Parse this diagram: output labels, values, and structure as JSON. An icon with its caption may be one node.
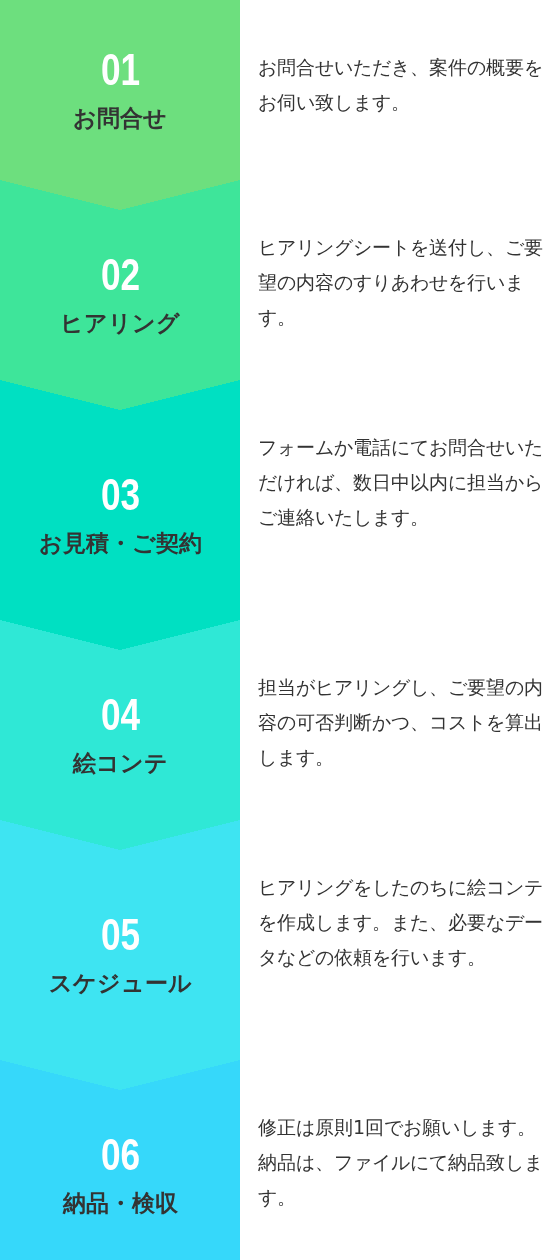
{
  "diagram": {
    "nodes": [
      {
        "text": [
          "01",
          "お問合せ"
        ],
        "beside": [
          "お問合せいただき、案件の概要をお伺い致します。"
        ]
      },
      {
        "text": [
          "02",
          "ヒアリング"
        ],
        "beside": [
          "ヒアリングシートを送付し、ご要望の内容のすりあわせを行います。"
        ]
      },
      {
        "text": [
          "03",
          "お見積・ご契約"
        ],
        "beside": [
          "フォームか電話にてお問合せいただければ、数日中以内に担当からご連絡いたします。"
        ]
      },
      {
        "text": [
          "04",
          "絵コンテ"
        ],
        "beside": [
          "担当がヒアリングし、ご要望の内容の可否判断かつ、コストを算出します。"
        ]
      },
      {
        "text": [
          "05",
          "スケジュール"
        ],
        "beside": [
          "ヒアリングをしたのちに絵コンテを作成します。また、必要なデータなどの依頼を行います。"
        ]
      },
      {
        "text": [
          "06",
          "納品・検収"
        ],
        "beside": [
          "修正は原則1回でお願いします。納品は、ファイルにて納品致します。"
        ]
      }
    ],
    "edges": []
  }
}
